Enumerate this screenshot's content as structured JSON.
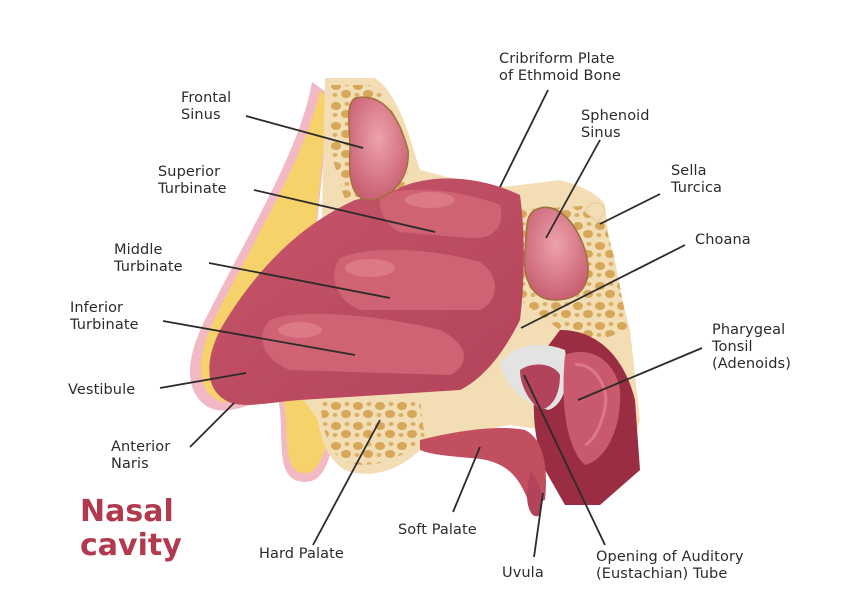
{
  "title": {
    "line1": "Nasal",
    "line2": "cavity"
  },
  "colors": {
    "bone": "#f3ddb5",
    "bone_cell": "#d4a453",
    "tissue": "#c14f60",
    "tissue_dark": "#9b2d42",
    "tissue_light": "#e28894",
    "skin_yellow": "#f5d36a",
    "skin_pink": "#f2b9c4",
    "title": "#b23a4f"
  },
  "labels": {
    "frontal_sinus": {
      "l1": "Frontal",
      "l2": "Sinus"
    },
    "superior_turbinate": {
      "l1": "Superior",
      "l2": "Turbinate"
    },
    "middle_turbinate": {
      "l1": "Middle",
      "l2": "Turbinate"
    },
    "inferior_turbinate": {
      "l1": "Inferior",
      "l2": "Turbinate"
    },
    "vestibule": {
      "l1": "Vestibule"
    },
    "anterior_naris": {
      "l1": "Anterior",
      "l2": "Naris"
    },
    "cribriform_plate": {
      "l1": "Cribriform Plate",
      "l2": "of Ethmoid Bone"
    },
    "sphenoid_sinus": {
      "l1": "Sphenoid",
      "l2": "Sinus"
    },
    "sella_turcica": {
      "l1": "Sella",
      "l2": "Turcica"
    },
    "choana": {
      "l1": "Choana"
    },
    "pharyngeal_tonsil": {
      "l1": "Pharygeal",
      "l2": "Tonsil",
      "l3": "(Adenoids)"
    },
    "hard_palate": {
      "l1": "Hard Palate"
    },
    "soft_palate": {
      "l1": "Soft Palate"
    },
    "uvula": {
      "l1": "Uvula"
    },
    "auditory_tube": {
      "l1": "Opening of Auditory",
      "l2": "(Eustachian) Tube"
    }
  }
}
